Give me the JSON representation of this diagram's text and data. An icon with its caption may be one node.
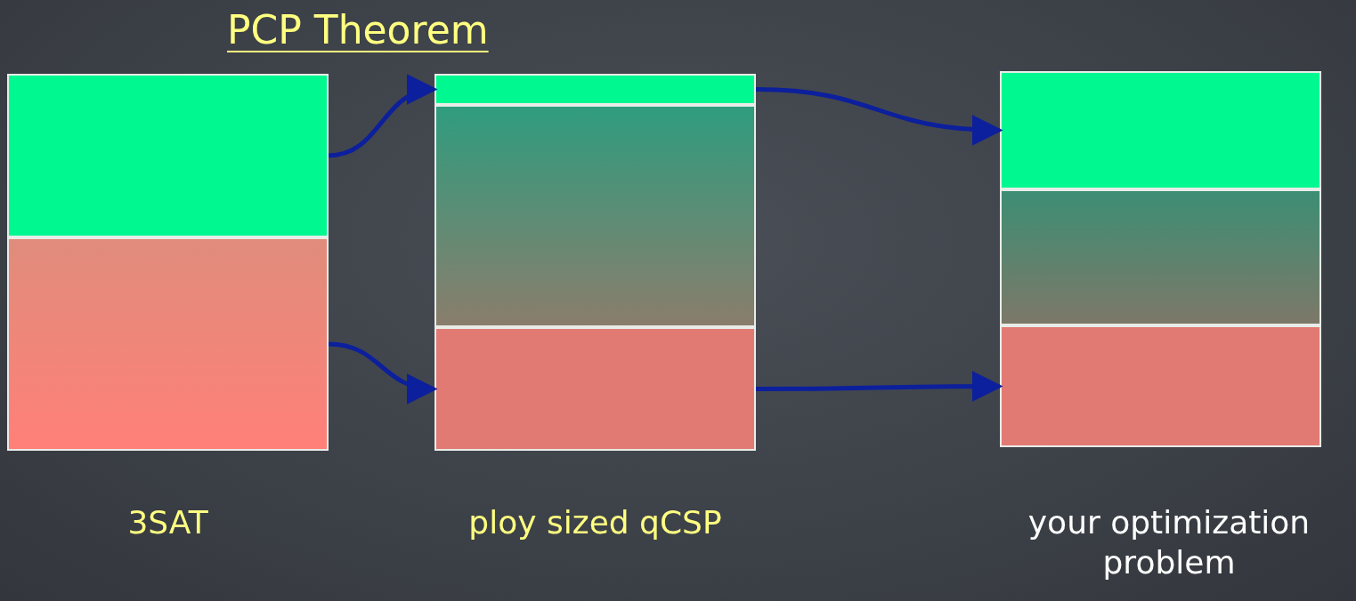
{
  "diagram": {
    "title": "PCP Theorem",
    "nodes": [
      {
        "text": [],
        "shape": "box"
      },
      {
        "text": [],
        "shape": "box"
      },
      {
        "text": [],
        "shape": "box"
      },
      {
        "text": [],
        "shape": "box"
      },
      {
        "text": [],
        "shape": "box"
      },
      {
        "text": [],
        "shape": "box"
      },
      {
        "text": [],
        "shape": "box"
      },
      {
        "text": [],
        "shape": "box"
      }
    ],
    "edges": [
      {
        "from": 0,
        "to": 2,
        "arrow": "to"
      },
      {
        "from": 1,
        "to": 4,
        "arrow": "to"
      },
      {
        "from": 2,
        "to": 5,
        "arrow": "to"
      },
      {
        "from": 4,
        "to": 7,
        "arrow": "to"
      }
    ],
    "labels": [
      "3SAT",
      "ploy sized qCSP",
      "your optimization problem"
    ]
  }
}
